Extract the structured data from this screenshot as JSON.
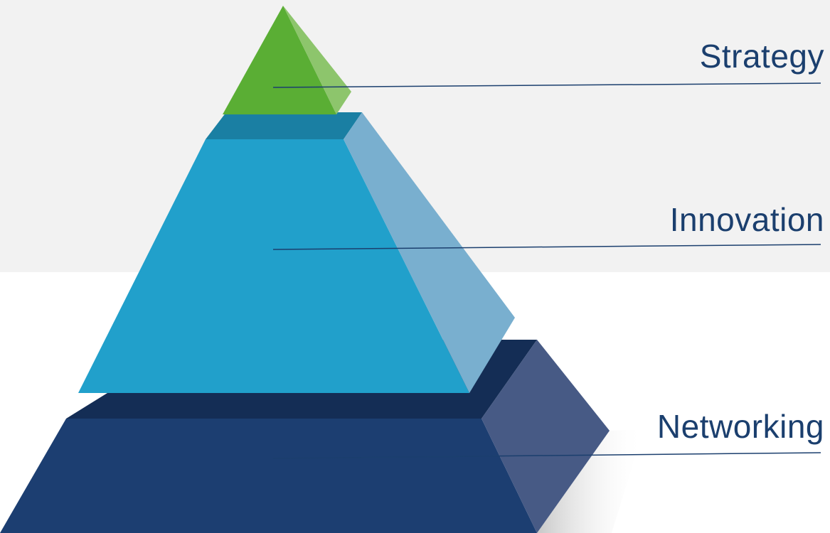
{
  "colors": {
    "background_top": "#f2f2f2",
    "background_bottom": "#ffffff",
    "label_text": "#1b3f6e",
    "leader_line": "#1b3f6e",
    "tier_top_front": "#5aae34",
    "tier_top_side": "#8dc56c",
    "tier_middle_front": "#21a0cb",
    "tier_middle_side": "#79afcf",
    "tier_middle_top": "#1a7fa3",
    "tier_bottom_front": "#1c3e71",
    "tier_bottom_side": "#475a85",
    "tier_bottom_top": "#142d55"
  },
  "tiers": [
    {
      "label": "Strategy"
    },
    {
      "label": "Innovation"
    },
    {
      "label": "Networking"
    }
  ]
}
